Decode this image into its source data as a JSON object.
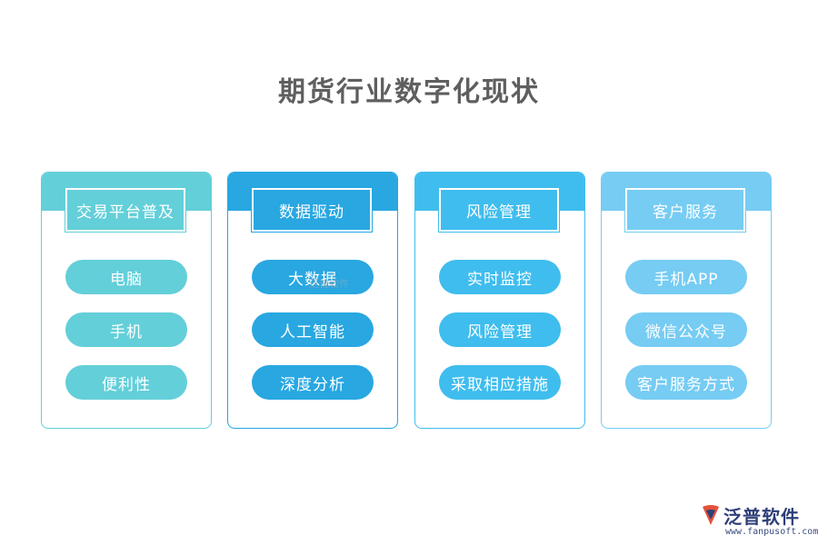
{
  "title": "期货行业数字化现状",
  "colors": {
    "teal": "#63cfd9",
    "blue": "#28a7e1",
    "sky": "#3fbdee",
    "light": "#76ccf3"
  },
  "columns": [
    {
      "header": "交易平台普及",
      "color": "#63cfd9",
      "items": [
        "电脑",
        "手机",
        "便利性"
      ]
    },
    {
      "header": "数据驱动",
      "color": "#28a7e1",
      "items": [
        "大数据",
        "人工智能",
        "深度分析"
      ]
    },
    {
      "header": "风险管理",
      "color": "#3fbdee",
      "items": [
        "实时监控",
        "风险管理",
        "采取相应措施"
      ]
    },
    {
      "header": "客户服务",
      "color": "#76ccf3",
      "items": [
        "手机APP",
        "微信公众号",
        "客户服务方式"
      ]
    }
  ],
  "watermark": "泛普软件",
  "logo": {
    "name": "泛普软件",
    "url": "www.fanpusoft.com",
    "icon": "fanpu-logo-icon"
  }
}
